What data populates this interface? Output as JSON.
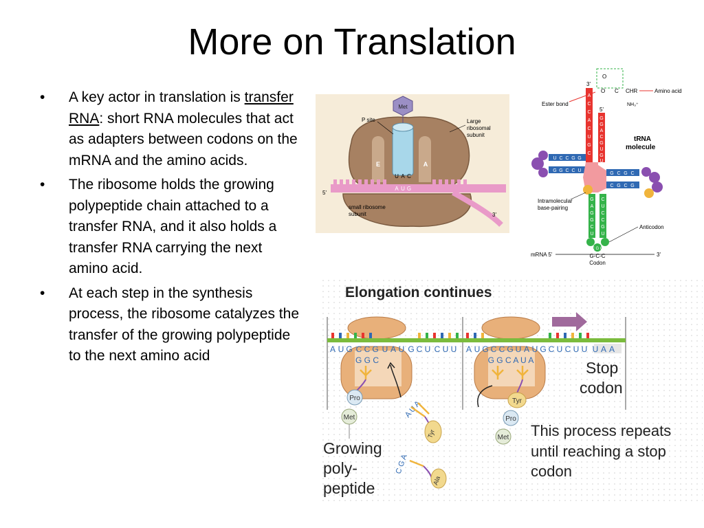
{
  "title": "More on Translation",
  "bullets": [
    {
      "pre": "A key actor in translation is ",
      "term": "transfer RNA",
      "post": ": short RNA molecules that act as adapters between codons on the mRNA and the amino acids."
    },
    {
      "text": "The ribosome holds the growing polypeptide chain attached to a transfer RNA, and it also holds a transfer RNA carrying the next amino acid."
    },
    {
      "text": "At each step in the synthesis process, the ribosome catalyzes the transfer of the growing polypeptide to the next amino acid"
    }
  ],
  "bullet_glyph": "•",
  "ribosome_figure": {
    "met": "Met",
    "p_site": "P site",
    "large_subunit": [
      "Large",
      "ribosomal",
      "subunit"
    ],
    "site_e": "E",
    "site_a": "A",
    "anticodon": [
      "U",
      "A",
      "C"
    ],
    "codon": [
      "A",
      "U",
      "G"
    ],
    "five_prime": "5'",
    "three_prime": "3'",
    "small_subunit": [
      "small ribosome",
      "subunit"
    ]
  },
  "trna_figure": {
    "three_prime": "3'",
    "five_prime": "5'",
    "o": "O",
    "c": "C",
    "chr": "CHR",
    "nh3": "NH₃⁺",
    "amino_acid": "Amino acid",
    "ester_bond": "Ester bond",
    "trna_molecule": [
      "tRNA",
      "molecule"
    ],
    "acceptor_stem_left": [
      "A",
      "C",
      "C",
      "A",
      "C",
      "U",
      "G",
      "C"
    ],
    "acceptor_stem_right": [
      "G",
      "G",
      "A",
      "C",
      "G",
      "U",
      "G",
      "U"
    ],
    "d_stem": [
      "U",
      "C",
      "C",
      "G",
      "G",
      "A"
    ],
    "d_stem_pair": [
      "G",
      "G",
      "C",
      "C",
      "U"
    ],
    "t_stem": [
      "G",
      "C",
      "G",
      "C"
    ],
    "t_stem_pair": [
      "C",
      "G",
      "C",
      "G"
    ],
    "ac_stem_left": [
      "G",
      "A",
      "G",
      "G",
      "C",
      "U"
    ],
    "ac_stem_right": [
      "C",
      "U",
      "C",
      "C",
      "G",
      "U"
    ],
    "anticodon_bases": "C G G",
    "intramolecular": [
      "Intramolecular",
      "base-pairing"
    ],
    "anticodon_label": "Anticodon",
    "mrna": "mRNA 5'",
    "mrna_3": "3'",
    "codon_seq": "G-C-C",
    "codon_label": "Codon"
  },
  "elongation_figure": {
    "heading": "Elongation continues",
    "left_mrna": [
      "A",
      "U",
      "G",
      "C",
      "C",
      "G",
      "U",
      "A",
      "U",
      "G",
      "C",
      "U",
      "C",
      "U",
      "U"
    ],
    "left_trna": "G G C",
    "right_mrna": [
      "A",
      "U",
      "G",
      "C",
      "C",
      "G",
      "U",
      "A",
      "U",
      "G",
      "C",
      "U",
      "C",
      "U",
      "U",
      "U",
      "A",
      "A"
    ],
    "right_trna": "G G C A U A",
    "aua": "A U A",
    "cga": "C G A",
    "pro": "Pro",
    "met": "Met",
    "tyr": "Tyr",
    "ala": "Ala",
    "growing": [
      "Growing",
      "poly-",
      "peptide"
    ],
    "stop_codon": [
      "Stop",
      "codon"
    ],
    "process_repeats": [
      "This process repeats",
      "until reaching a stop",
      "codon"
    ]
  },
  "colors": {
    "ribosome_brown": "#a78162",
    "ribosome_bg": "#f6ecd9",
    "trna_red": "#e8342f",
    "trna_green": "#35b34a",
    "trna_blue": "#2f69b3",
    "trna_purple": "#8a4fb0",
    "trna_yellow": "#f0b43c",
    "trna_pink": "#f29a9f",
    "mrna_green": "#7bbb3d",
    "ribosome_tan": "#e8b07a"
  }
}
